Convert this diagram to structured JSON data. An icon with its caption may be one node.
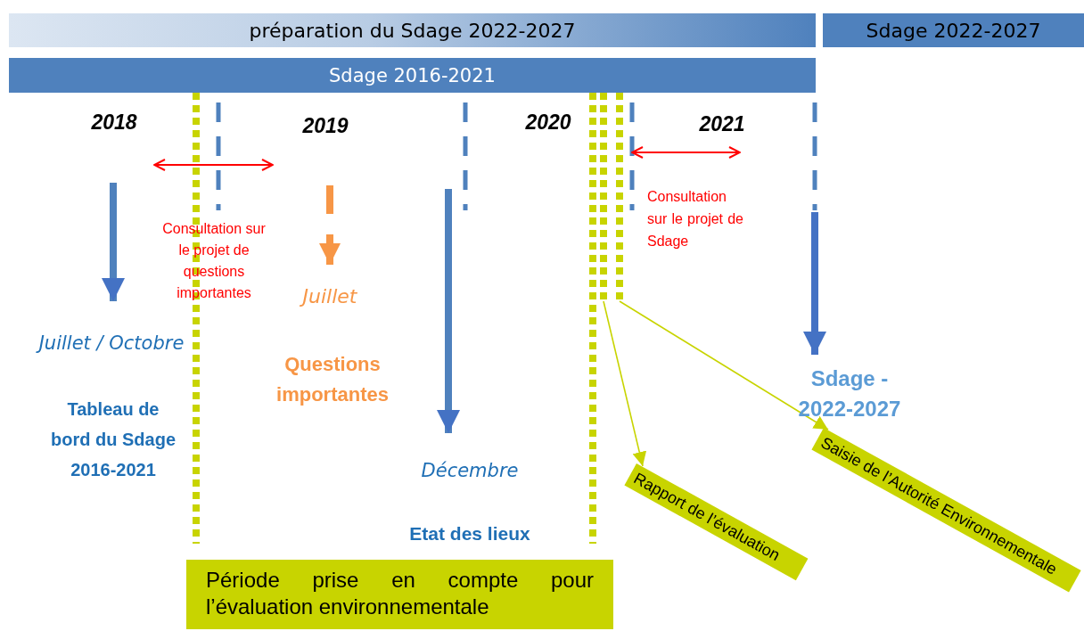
{
  "diagram": {
    "nodes": [
      {
        "text": [
          "préparation du Sdage 2022-2027"
        ]
      },
      {
        "text": [
          "Sdage 2022-2027"
        ]
      },
      {
        "text": [
          "Sdage 2016-2021"
        ]
      },
      {
        "text": [],
        "shape": "line"
      },
      {
        "text": [],
        "shape": "line"
      },
      {
        "text": [
          "Rapport de l’évaluation"
        ]
      },
      {
        "text": [
          "Saisie de l’Autorité Environnementale"
        ]
      },
      {
        "text": [
          "Période prise en compte pour l’évaluation environnementale"
        ]
      }
    ],
    "edges": [
      {
        "from": 3,
        "to": 5,
        "arrow": "to"
      },
      {
        "from": 4,
        "to": 6,
        "arrow": "to"
      }
    ],
    "labels": [
      "2018",
      "2019",
      "2020",
      "2021",
      "Consultation sur le projet de questions importantes",
      "Juillet",
      "Consultation sur le projet de Sdage",
      "Juillet / Octobre",
      "Questions importantes",
      "Sdage - 2022-2027",
      "Tableau de bord du Sdage 2016-2021",
      "Décembre",
      "Etat des lieux"
    ]
  }
}
